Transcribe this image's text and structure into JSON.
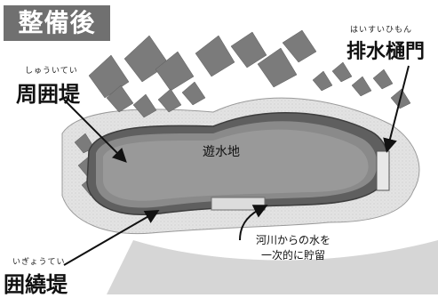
{
  "title_badge": "整備後",
  "labels": {
    "shuui_tei": {
      "text": "周囲堤",
      "ruby": "しゅういてい"
    },
    "haisui_himon": {
      "text": "排水樋門",
      "ruby": "はいすいひもん"
    },
    "ikyou_tei": {
      "text": "囲繞堤",
      "ruby": "いぎょうてい"
    },
    "retention_pond": "遊水地",
    "inflow_line1": "河川からの水を",
    "inflow_line2": "一次的に貯留"
  }
}
